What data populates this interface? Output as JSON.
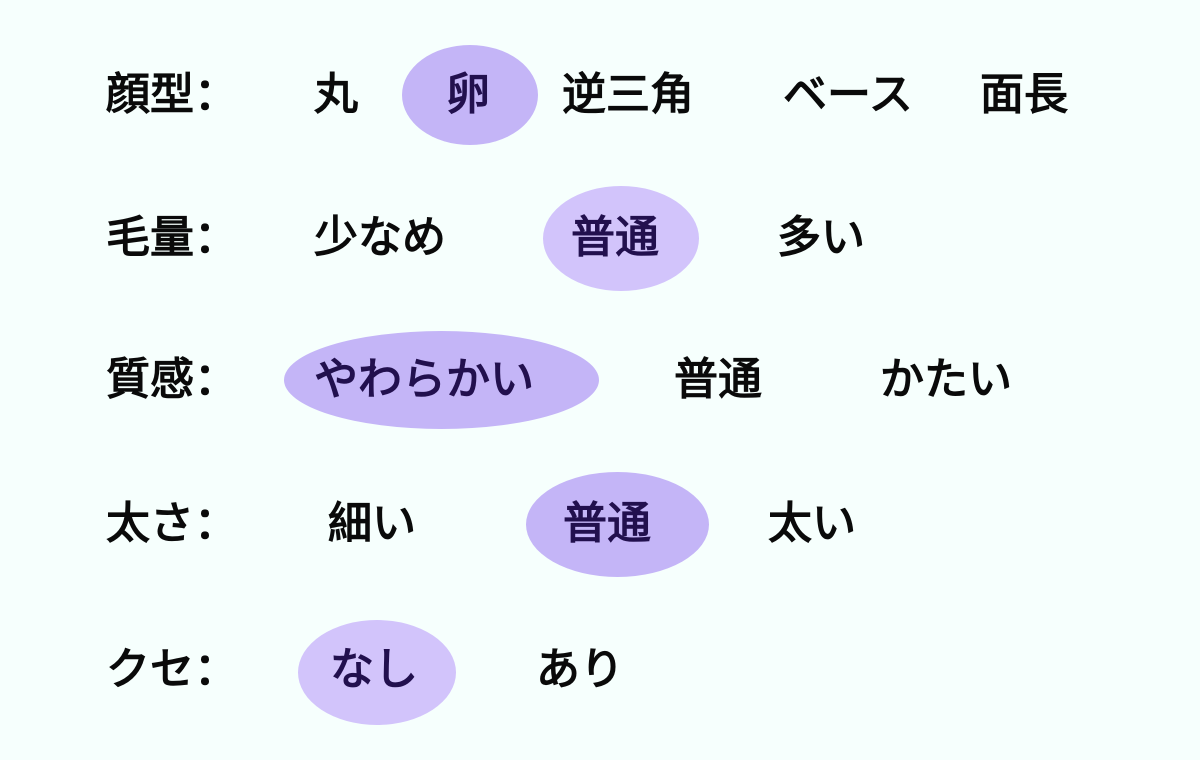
{
  "rows": [
    {
      "label": "顔型：",
      "options": [
        {
          "text": "丸",
          "selected": false
        },
        {
          "text": "卵",
          "selected": true
        },
        {
          "text": "逆三角",
          "selected": false
        },
        {
          "text": "ベース",
          "selected": false
        },
        {
          "text": "面長",
          "selected": false
        }
      ]
    },
    {
      "label": "毛量：",
      "options": [
        {
          "text": "少なめ",
          "selected": false
        },
        {
          "text": "普通",
          "selected": true
        },
        {
          "text": "多い",
          "selected": false
        }
      ]
    },
    {
      "label": "質感：",
      "options": [
        {
          "text": "やわらかい",
          "selected": true
        },
        {
          "text": "普通",
          "selected": false
        },
        {
          "text": "かたい",
          "selected": false
        }
      ]
    },
    {
      "label": "太さ：",
      "options": [
        {
          "text": "細い",
          "selected": false
        },
        {
          "text": "普通",
          "selected": true
        },
        {
          "text": "太い",
          "selected": false
        }
      ]
    },
    {
      "label": "クセ：",
      "options": [
        {
          "text": "なし",
          "selected": true
        },
        {
          "text": "あり",
          "selected": false
        }
      ]
    }
  ],
  "colors": {
    "background": "#f6fffd",
    "highlight": "#c4b5f7",
    "selected_text": "#22104e",
    "text": "#0a0a0a"
  }
}
